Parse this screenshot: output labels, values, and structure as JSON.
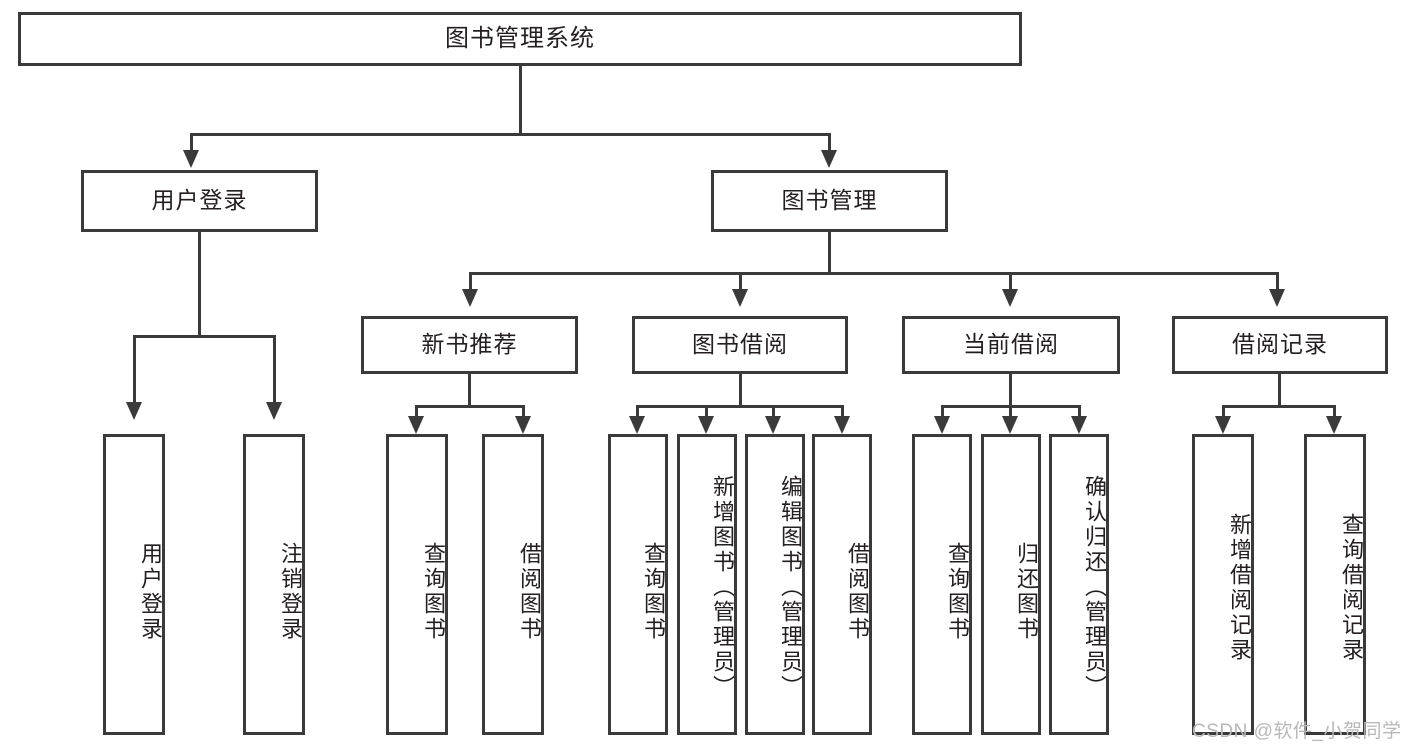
{
  "diagram": {
    "title": "图书管理系统",
    "type": "hierarchy-tree",
    "root": {
      "id": "root",
      "label": "图书管理系统"
    },
    "level2": [
      {
        "id": "user-login",
        "label": "用户登录"
      },
      {
        "id": "book-management",
        "label": "图书管理"
      }
    ],
    "level3": [
      {
        "id": "new-book-recommend",
        "label": "新书推荐",
        "parent": "book-management"
      },
      {
        "id": "book-borrow",
        "label": "图书借阅",
        "parent": "book-management"
      },
      {
        "id": "current-borrow",
        "label": "当前借阅",
        "parent": "book-management"
      },
      {
        "id": "borrow-record",
        "label": "借阅记录",
        "parent": "book-management"
      }
    ],
    "leaves": {
      "user_login": [
        {
          "id": "leaf-user-login",
          "label": "用户登录"
        },
        {
          "id": "leaf-user-logout",
          "label": "注销登录"
        }
      ],
      "new_book_recommend": [
        {
          "id": "leaf-query-book-1",
          "label": "查询图书"
        },
        {
          "id": "leaf-borrow-book-1",
          "label": "借阅图书"
        }
      ],
      "book_borrow": [
        {
          "id": "leaf-query-book-2",
          "label": "查询图书"
        },
        {
          "id": "leaf-add-book",
          "label": "新增图书（管理员）"
        },
        {
          "id": "leaf-edit-book",
          "label": "编辑图书（管理员）"
        },
        {
          "id": "leaf-borrow-book-2",
          "label": "借阅图书"
        }
      ],
      "current_borrow": [
        {
          "id": "leaf-query-book-3",
          "label": "查询图书"
        },
        {
          "id": "leaf-return-book",
          "label": "归还图书"
        },
        {
          "id": "leaf-confirm-return",
          "label": "确认归还（管理员）"
        }
      ],
      "borrow_record": [
        {
          "id": "leaf-add-record",
          "label": "新增借阅记录"
        },
        {
          "id": "leaf-query-record",
          "label": "查询借阅记录"
        }
      ]
    }
  },
  "watermark": {
    "text": "CSDN @软件_小贺同学"
  },
  "colors": {
    "border": "#3a3a3a",
    "text": "#231f20",
    "background": "#ffffff",
    "watermark": "#b8b8b8"
  }
}
